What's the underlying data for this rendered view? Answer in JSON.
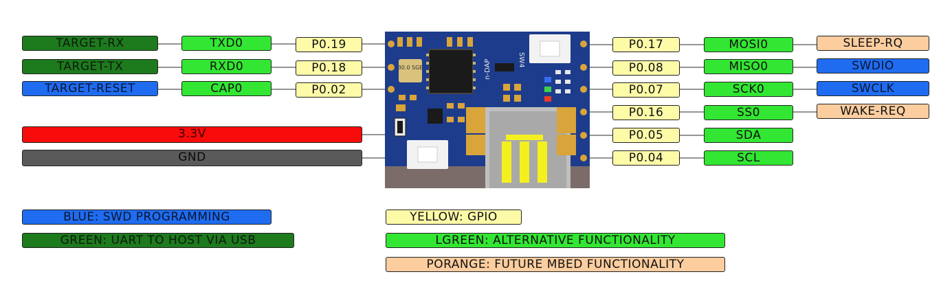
{
  "colors": {
    "darkgreen": "#1d7a1d",
    "green": "#33e633",
    "yellow": "#fdfaa8",
    "blue": "#1f6cf0",
    "orange": "#fbcd9f",
    "red": "#f80b0b",
    "gray": "#5a5a5a",
    "board": "#1d3c8c"
  },
  "board_silkscreen": {
    "sw": "SW4",
    "chip": "30.0 SGE",
    "name": "n-DAP"
  },
  "left_pins": {
    "row1": {
      "func": "TARGET-RX",
      "alt": "TXD0",
      "gpio": "P0.19"
    },
    "row2": {
      "func": "TARGET-TX",
      "alt": "RXD0",
      "gpio": "P0.18"
    },
    "row3": {
      "func": "TARGET-RESET",
      "alt": "CAP0",
      "gpio": "P0.02"
    },
    "power": "3.3V",
    "ground": "GND"
  },
  "right_pins": {
    "row1": {
      "gpio": "P0.17",
      "alt": "MOSI0",
      "func": "SLEEP-RQ"
    },
    "row2": {
      "gpio": "P0.08",
      "alt": "MISO0",
      "func": "SWDIO"
    },
    "row3": {
      "gpio": "P0.07",
      "alt": "SCK0",
      "func": "SWCLK"
    },
    "row4": {
      "gpio": "P0.16",
      "alt": "SS0",
      "func": "WAKE-REQ"
    },
    "row5": {
      "gpio": "P0.05",
      "alt": "SDA"
    },
    "row6": {
      "gpio": "P0.04",
      "alt": "SCL"
    }
  },
  "legend": {
    "blue": "BLUE: SWD PROGRAMMING",
    "darkgreen": "GREEN: UART TO HOST VIA USB",
    "yellow": "YELLOW:  GPIO",
    "lgreen": "LGREEN: ALTERNATIVE FUNCTIONALITY",
    "orange": "PORANGE: FUTURE MBED FUNCTIONALITY"
  }
}
